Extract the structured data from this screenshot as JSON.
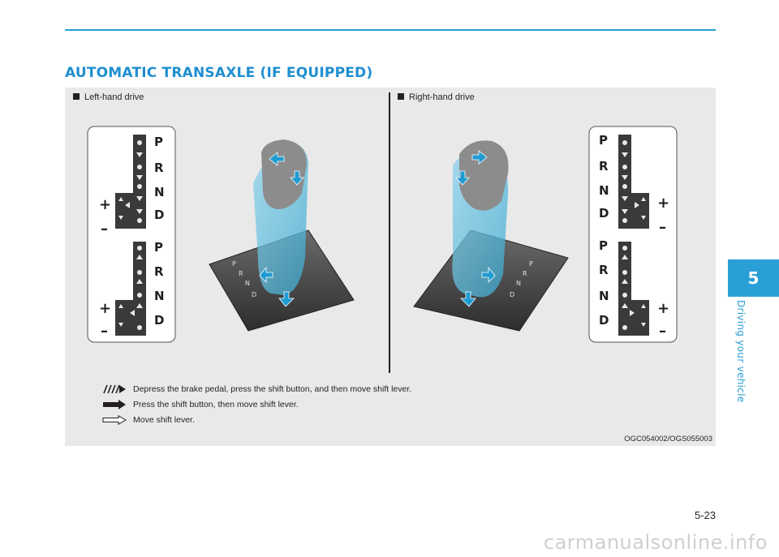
{
  "section_title": "AUTOMATIC TRANSAXLE (IF EQUIPPED)",
  "figure": {
    "caption_left": "Left-hand drive",
    "caption_right": "Right-hand drive",
    "gates": {
      "p": "P",
      "r": "R",
      "n": "N",
      "d": "D",
      "plus": "+",
      "minus": "–"
    },
    "legend": [
      {
        "icon": "hatched-arrow-icon",
        "text": "Depress the brake pedal, press the shift button, and then move shift lever."
      },
      {
        "icon": "solid-arrow-icon",
        "text": "Press the shift button, then move shift lever."
      },
      {
        "icon": "outline-arrow-icon",
        "text": "Move shift lever."
      }
    ],
    "figure_code": "OGC054002/OGS055003"
  },
  "chapter": {
    "number": "5",
    "name": "Driving your vehicle"
  },
  "page_number": "5-23",
  "watermark": "carmanualsonline.info",
  "colors": {
    "accent": "#2a9fd6",
    "panel": "#e9e9e9",
    "text": "#231f20"
  }
}
